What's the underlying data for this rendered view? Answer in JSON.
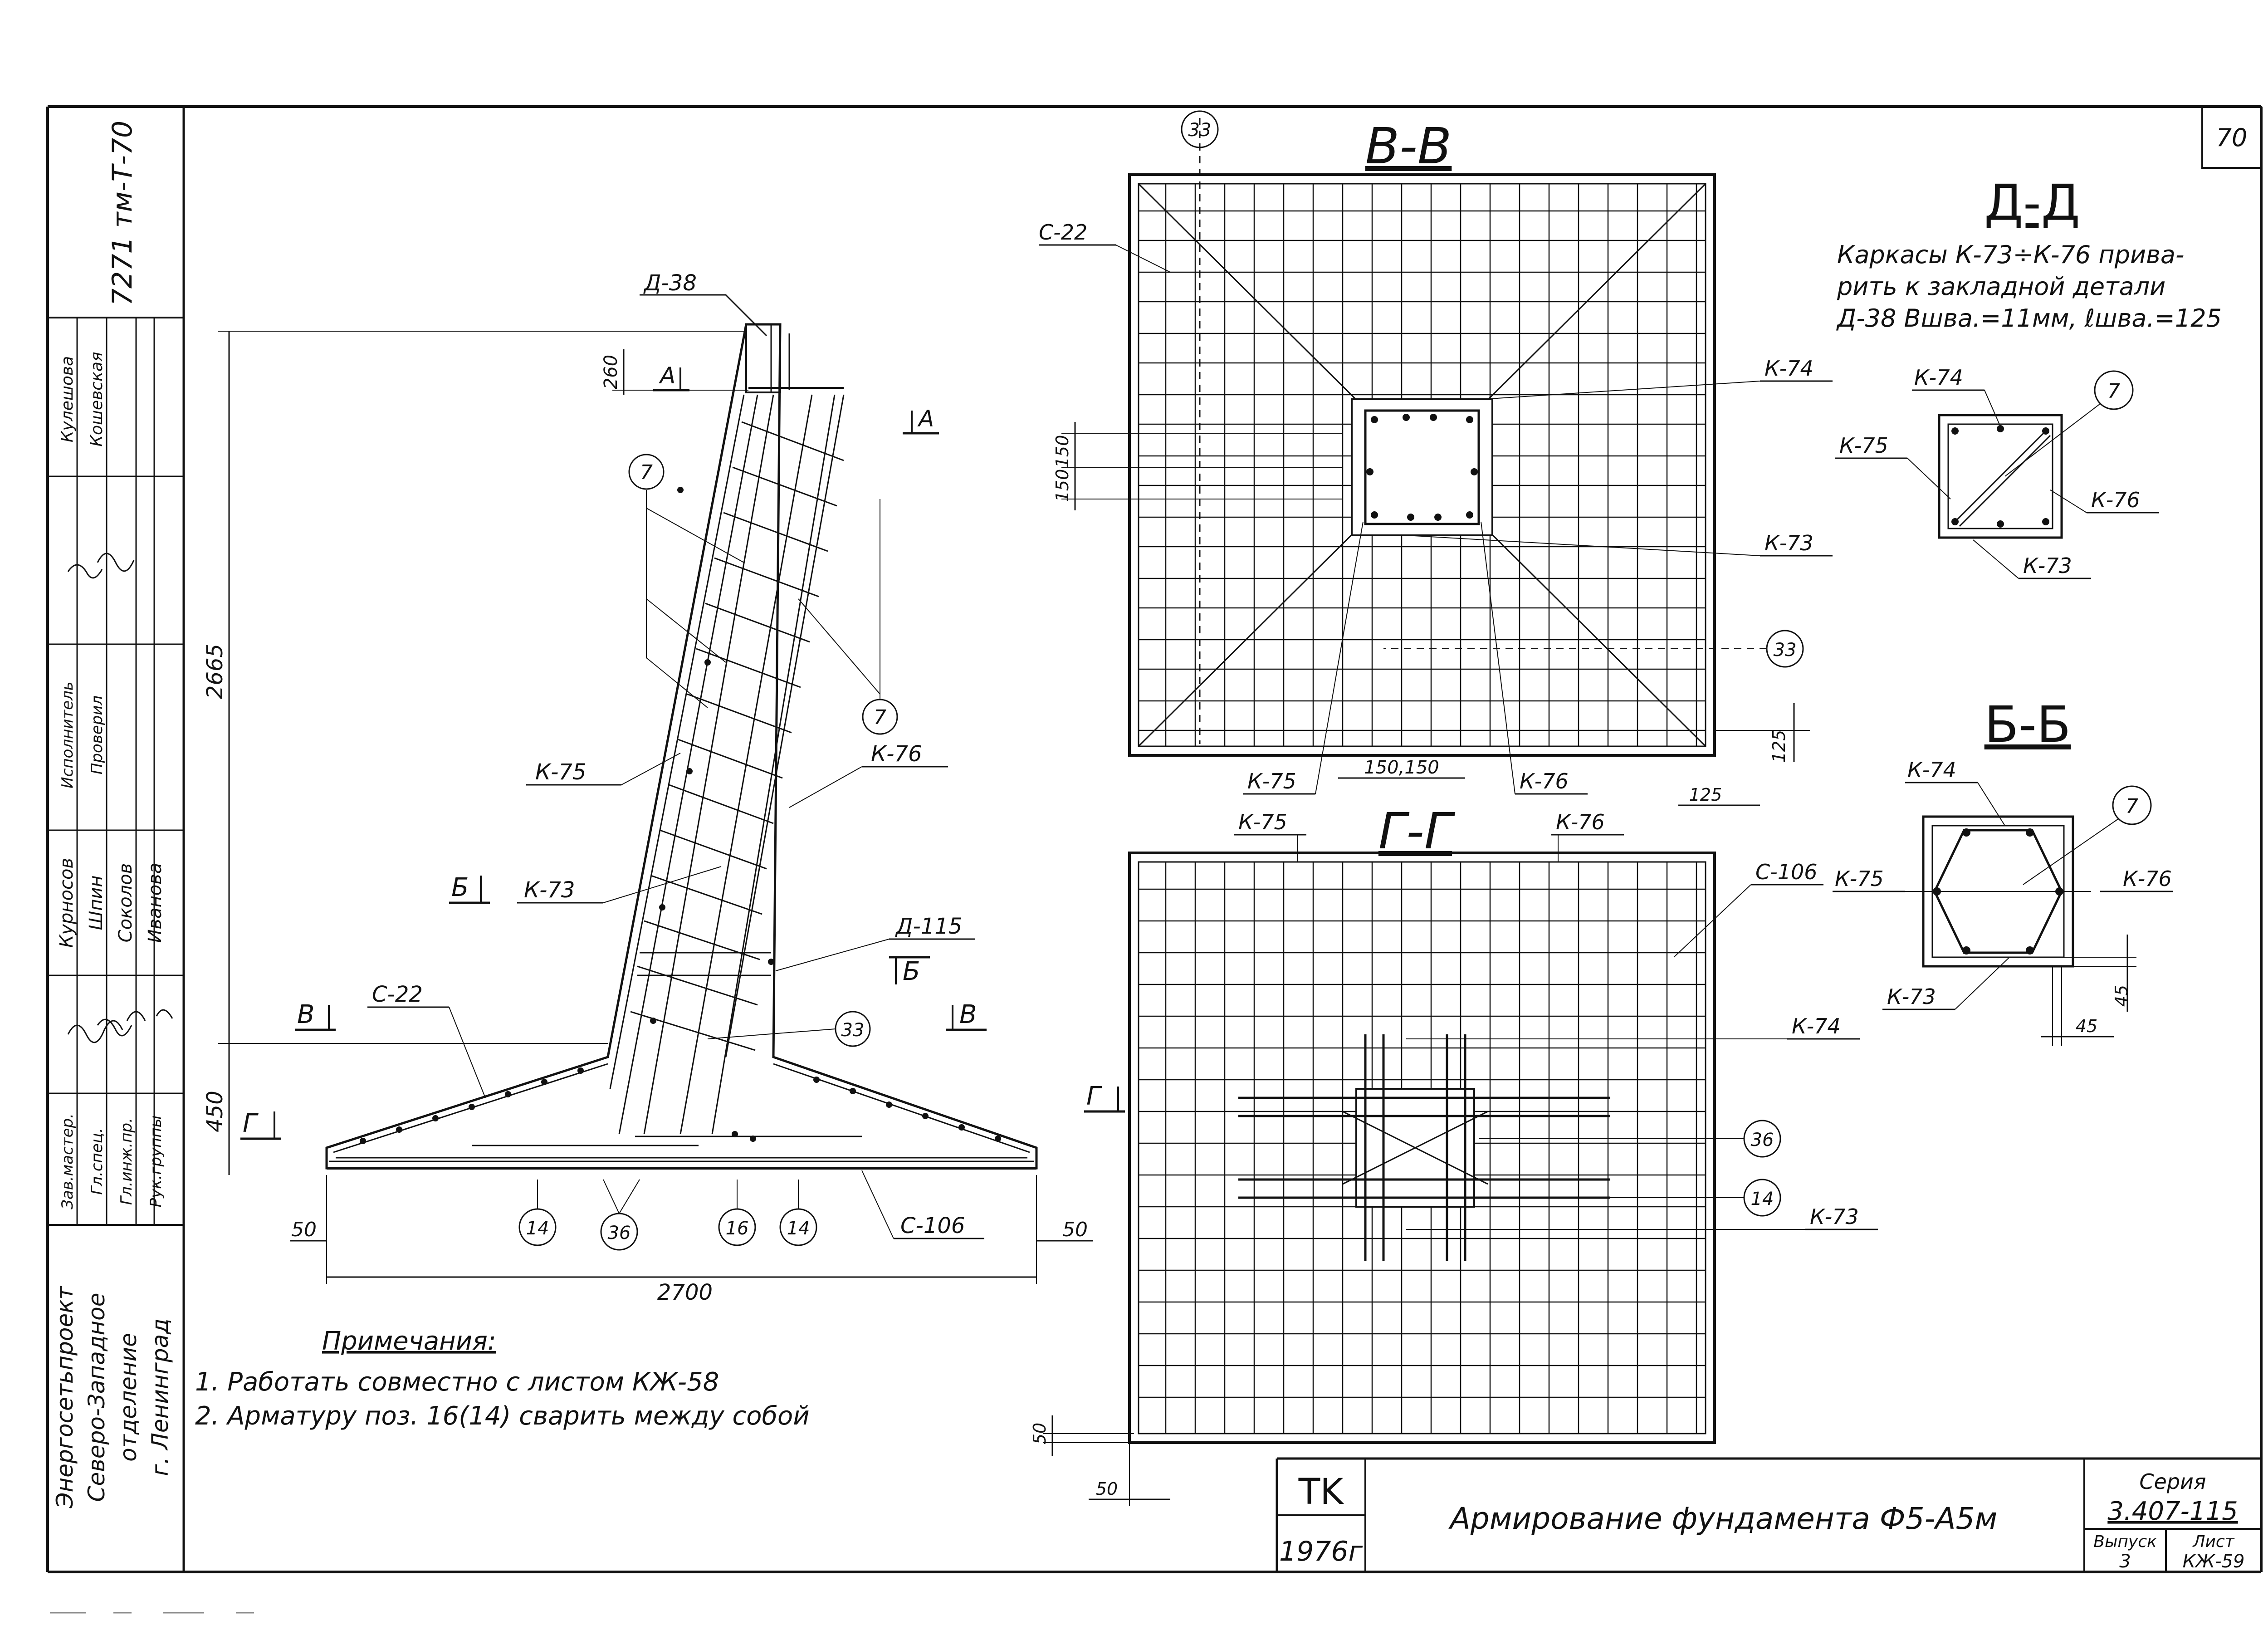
{
  "sheet": {
    "page_number": "70"
  },
  "stamp": {
    "code": "TK",
    "year": "1976г",
    "title": "Армирование фундамента Ф5-А5м",
    "series_label": "Серия",
    "series_value": "3.407-115",
    "issue_label": "Выпуск",
    "issue_value": "3",
    "sheet_label": "Лист",
    "sheet_value": "КЖ-59"
  },
  "margin": {
    "doc_number": "7271 тм-Т-70",
    "organization": [
      "Энергосетьпроект",
      "Северо-Западное",
      "отделение",
      "г. Ленинград"
    ],
    "roles": [
      "Зав.мастер.",
      "Гл.спец.",
      "Гл.инж.пр.",
      "Рук.группы",
      "Исполнитель",
      "Проверил"
    ],
    "names": [
      "Курносов",
      "Шпин",
      "Соколов",
      "Иванова",
      "Кулешова",
      "Кошевская"
    ]
  },
  "main_view": {
    "labels": {
      "d38": "Д-38",
      "d115": "Д-115",
      "c22": "С-22",
      "c106": "С-106",
      "k73": "К-73",
      "k75": "К-75",
      "k76": "К-76",
      "pos7": "7",
      "pos14": "14",
      "pos16": "16",
      "pos33": "33",
      "pos36": "36",
      "sec_a": "А",
      "sec_b": "Б",
      "sec_v": "В",
      "sec_g": "Г"
    },
    "dims": {
      "d260": "260",
      "d2665": "2665",
      "d450": "450",
      "d2700": "2700",
      "d50": "50"
    }
  },
  "section_vv": {
    "title": "В-В",
    "labels": {
      "c22": "С-22",
      "k74": "К-74",
      "k73": "К-73",
      "k75": "К-75",
      "k76": "К-76",
      "pos33": "33",
      "d150": "150",
      "d150_150": "150,150",
      "d125": "125"
    }
  },
  "section_gg": {
    "title": "Г-Г",
    "labels": {
      "k75": "К-75",
      "k76": "К-76",
      "c106": "С-106",
      "k74": "К-74",
      "k73": "К-73",
      "pos36": "36",
      "pos14": "14",
      "d50": "50"
    }
  },
  "section_dd": {
    "title": "Д-Д",
    "note": [
      "Каркасы К-73÷К-76 прива-",
      "рить к закладной детали",
      "Д-38 Вшва.=11мм, ℓшва.=125"
    ],
    "labels": {
      "k74": "К-74",
      "k75": "К-75",
      "k76": "К-76",
      "k73": "К-73",
      "pos7": "7"
    }
  },
  "section_bb": {
    "title": "Б-Б",
    "labels": {
      "k74": "К-74",
      "k75": "К-75",
      "k76": "К-76",
      "k73": "К-73",
      "pos7": "7",
      "d45": "45"
    }
  },
  "notes": {
    "heading": "Примечания:",
    "items": [
      "1. Работать совместно с листом КЖ-58",
      "2. Арматуру поз. 16(14) сварить между собой"
    ]
  }
}
